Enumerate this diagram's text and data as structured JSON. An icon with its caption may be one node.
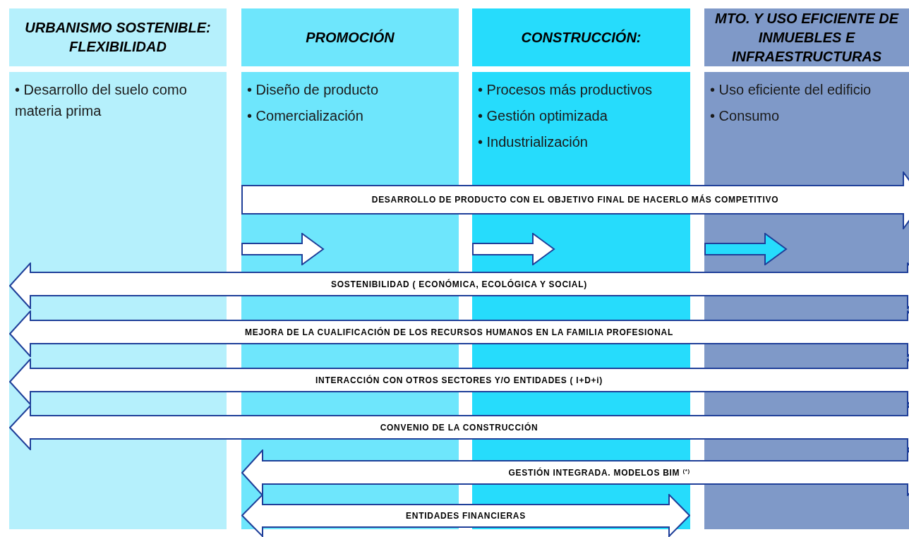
{
  "diagram": {
    "nodes": [
      {
        "text": [
          "URBANISMO SOSTENIBLE: FLEXIBILIDAD"
        ]
      },
      {
        "text": [
          "• Desarrollo del suelo como materia prima"
        ]
      },
      {
        "text": [
          "PROMOCIÓN"
        ]
      },
      {
        "text": [
          "• Diseño de producto",
          "• Comercialización"
        ]
      },
      {
        "text": [
          "CONSTRUCCIÓN:"
        ]
      },
      {
        "text": [
          "• Procesos más productivos",
          "• Gestión optimizada",
          "• Industrialización"
        ]
      },
      {
        "text": [
          "MTO. Y USO EFICIENTE DE INMUEBLES E INFRAESTRUCTURAS"
        ]
      },
      {
        "text": [
          "• Uso eficiente del edificio",
          "• Consumo"
        ]
      },
      {
        "text": [],
        "shape": "arrow",
        "in": 3
      },
      {
        "text": [],
        "shape": "arrow",
        "in": 5
      },
      {
        "text": [],
        "shape": "arrow",
        "in": 7
      },
      {
        "text": [
          "DESARROLLO DE PRODUCTO CON EL OBJETIVO FINAL DE HACERLO MÁS COMPETITIVO"
        ]
      },
      {
        "text": [
          "SOSTENIBILIDAD ( ECONÓMICA, ECOLÓGICA Y SOCIAL)"
        ]
      },
      {
        "text": [
          "MEJORA DE LA CUALIFICACIÓN DE LOS RECURSOS HUMANOS EN LA FAMILIA PROFESIONAL"
        ]
      },
      {
        "text": [
          "INTERACCIÓN CON OTROS SECTORES Y/O ENTIDADES ( I+D+i)"
        ]
      },
      {
        "text": [
          "CONVENIO DE LA CONSTRUCCIÓN"
        ]
      },
      {
        "text": [
          "GESTIÓN INTEGRADA. MODELOS BIM $^{(*)}$"
        ]
      },
      {
        "text": [
          "ENTIDADES FINANCIERAS"
        ]
      }
    ]
  }
}
